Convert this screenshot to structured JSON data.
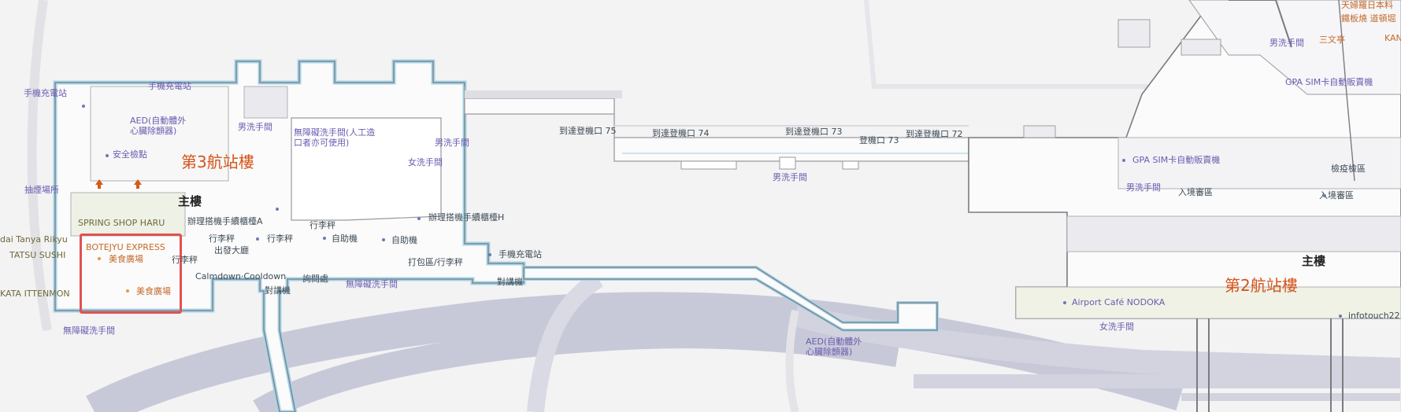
{
  "map": {
    "highlight": {
      "color": "#e05252"
    },
    "labels": {
      "t3": "第3航站樓",
      "t2": "第2航站樓",
      "main_bldg_left": "主樓",
      "main_bldg_right": "主樓",
      "charge_1": "手機充電站",
      "charge_2": "手機充電站",
      "charge_3": "手機充電站",
      "aed_1": "AED(自動體外心臟除顫器)",
      "aed_2": "AED(自動體外心臟除顫器)",
      "security": "安全檢點",
      "smoking": "抽煙場所",
      "mens_1": "男洗手間",
      "mens_2": "男洗手間",
      "mens_3": "男洗手間",
      "mens_4": "男洗手間",
      "mens_5": "男洗手間",
      "womens_1": "女洗手間",
      "womens_2": "女洗手間",
      "accessible_1": "無障礙洗手間(人工造口者亦可使用)",
      "accessible_2": "無障礙洗手間",
      "accessible_3": "無障礙洗手間",
      "spring_shop": "SPRING SHOP HARU",
      "tanya": "dai Tanya Rikyu",
      "tatsu": "TATSU SUSHI",
      "kata": "KATA ITTENMON",
      "botejyu": "BOTEJYU EXPRESS",
      "food_court_1": "美食廣場",
      "food_court_2": "美食廣場",
      "checkin_a": "辦理搭機手續櫃檯A",
      "checkin_h": "辦理搭機手續櫃檯H",
      "baggage_scale_1": "行李秤",
      "baggage_scale_2": "行李秤",
      "baggage_scale_3": "行李秤",
      "baggage_scale_4": "行李秤",
      "self_machine_1": "自助機",
      "self_machine_2": "自助機",
      "departure_hall": "出發大廳",
      "calmdown": "Calmdown·Cooldown",
      "intercom_1": "對講機",
      "intercom_2": "對講機",
      "info_desk": "詢問處",
      "packing": "打包區/行李秤",
      "arrival_gate_75": "到達登機口 75",
      "arrival_gate_74": "到達登機口 74",
      "arrival_gate_73": "到達登機口 73",
      "gate_73": "登機口 73",
      "arrival_gate_72": "到達登機口 72",
      "gpa_sim_1": "GPA SIM卡自動販賣機",
      "gpa_sim_2": "GPA SIM卡自動販賣機",
      "immigration_1": "入境審區",
      "immigration_2": "入境審區",
      "quarantine": "檢疫檢區",
      "airport_cafe": "Airport Café NODOKA",
      "infotouch": "infotouch22",
      "sanbunkei": "三文亭",
      "teppanyaki": "鐵板燒 道頓堀",
      "tenpura": "天婦羅日本料",
      "kan": "KAN"
    }
  }
}
